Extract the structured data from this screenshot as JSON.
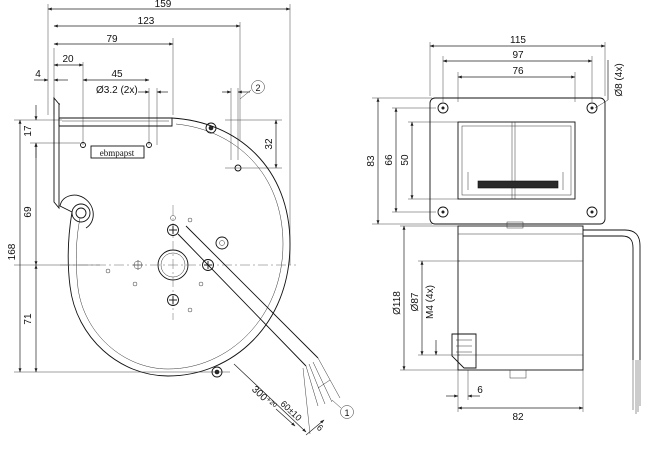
{
  "front_view": {
    "dims": {
      "w159": "159",
      "w123": "123",
      "w79": "79",
      "w45": "45",
      "w20": "20",
      "w4": "4",
      "hole": "Ø3.2 (2x)",
      "h17": "17",
      "h69": "69",
      "h168": "168",
      "h71": "71",
      "h32": "32"
    },
    "cable": {
      "length": "300⁺²⁰",
      "strip": "60±10",
      "end": "6"
    },
    "brand": "ebmpapst",
    "marker_1": "1",
    "marker_2": "2"
  },
  "side_view": {
    "dims": {
      "w115": "115",
      "w97": "97",
      "w76": "76",
      "hole8": "Ø8 (4x)",
      "h83": "83",
      "h66": "66",
      "h50": "50",
      "d118": "Ø118",
      "d87": "Ø87",
      "m4": "M4 (4x)",
      "b6": "6",
      "b82": "82"
    }
  },
  "icons": [
    "screw-icon",
    "cable-icon",
    "reference-circle-icon"
  ]
}
